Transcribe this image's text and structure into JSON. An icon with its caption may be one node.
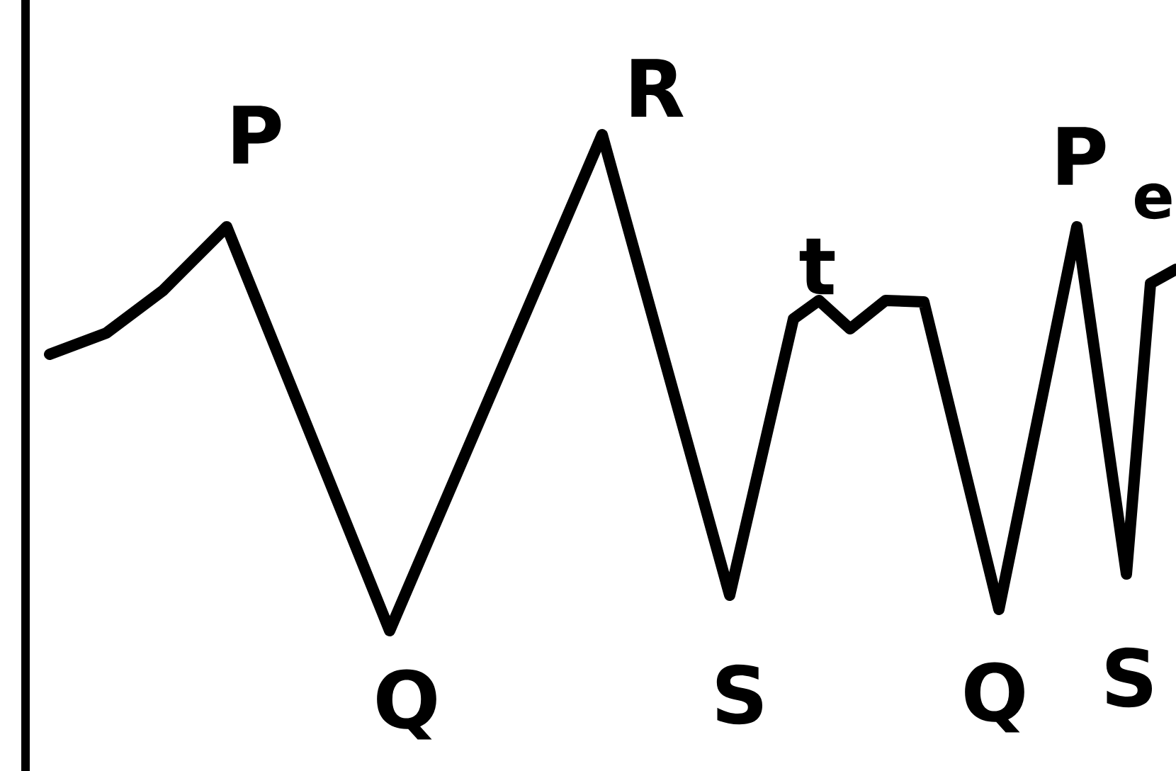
{
  "diagram": {
    "labels": [
      "P",
      "R",
      "t",
      "P",
      "e",
      "Q",
      "S",
      "Q",
      "S"
    ]
  }
}
